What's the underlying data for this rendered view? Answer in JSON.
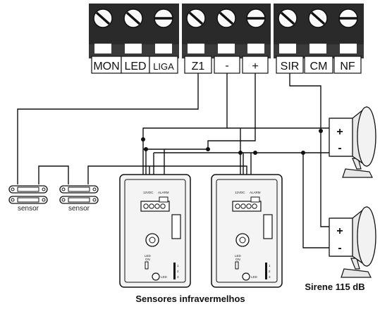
{
  "terminal_block": {
    "groups": [
      {
        "labels": [
          "MON",
          "LED",
          "LIGA"
        ]
      },
      {
        "labels": [
          "Z1",
          "-",
          "+"
        ]
      },
      {
        "labels": [
          "SIR",
          "CM",
          "NF"
        ]
      }
    ]
  },
  "sensors": {
    "labels": [
      "sensor",
      "sensor"
    ]
  },
  "infrared": {
    "caption": "Sensores infravermelhos",
    "terminal_tags": [
      "12VDC",
      "ALARM"
    ],
    "led_tag": "LED",
    "on_tag": "ON",
    "dip_tags": [
      "1",
      "2",
      "3"
    ]
  },
  "siren": {
    "caption": "Sirene 115 dB",
    "plus": "+",
    "minus": "-"
  },
  "colors": {
    "line": "#111111",
    "terminal_dark": "#2a2a2a",
    "panel": "#f4f4f4"
  }
}
